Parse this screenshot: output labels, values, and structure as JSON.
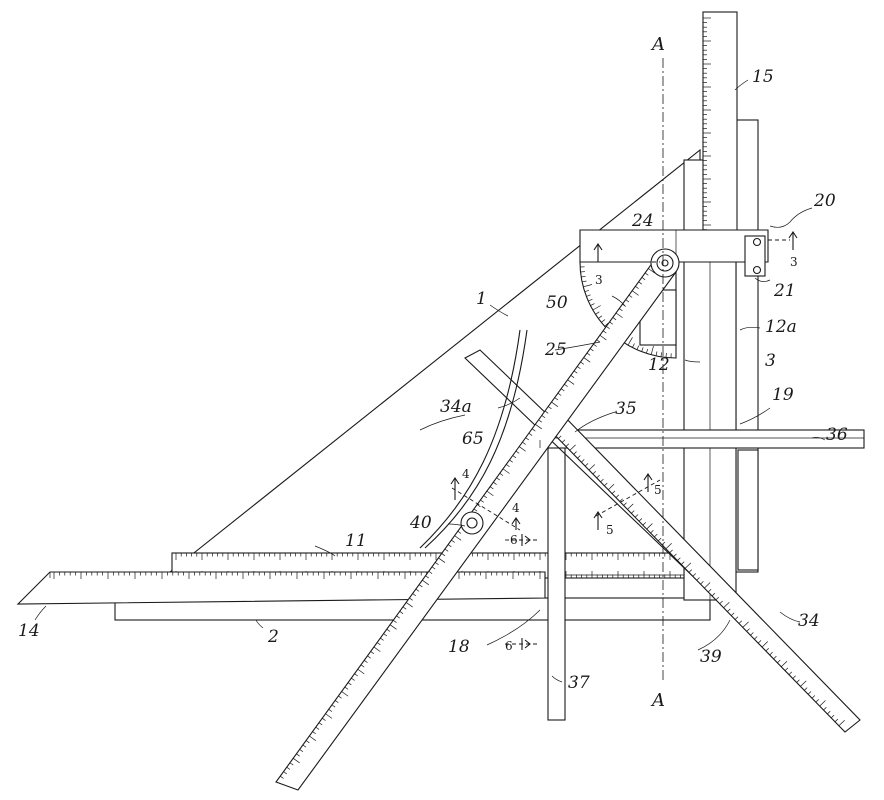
{
  "figure": {
    "section_marker": "A",
    "reference_numerals": [
      {
        "id": "n1",
        "text": "1"
      },
      {
        "id": "n2",
        "text": "2"
      },
      {
        "id": "n3",
        "text": "3"
      },
      {
        "id": "n11",
        "text": "11"
      },
      {
        "id": "n12",
        "text": "12"
      },
      {
        "id": "n12a",
        "text": "12a"
      },
      {
        "id": "n14",
        "text": "14"
      },
      {
        "id": "n15",
        "text": "15"
      },
      {
        "id": "n18",
        "text": "18"
      },
      {
        "id": "n19",
        "text": "19"
      },
      {
        "id": "n20",
        "text": "20"
      },
      {
        "id": "n21",
        "text": "21"
      },
      {
        "id": "n24",
        "text": "24"
      },
      {
        "id": "n25",
        "text": "25"
      },
      {
        "id": "n34",
        "text": "34"
      },
      {
        "id": "n34a",
        "text": "34a"
      },
      {
        "id": "n35",
        "text": "35"
      },
      {
        "id": "n36",
        "text": "36"
      },
      {
        "id": "n37",
        "text": "37"
      },
      {
        "id": "n39",
        "text": "39"
      },
      {
        "id": "n40",
        "text": "40"
      },
      {
        "id": "n50",
        "text": "50"
      },
      {
        "id": "n65",
        "text": "65"
      }
    ],
    "section_arrows": [
      {
        "id": "s3l",
        "text": "3"
      },
      {
        "id": "s3r",
        "text": "3"
      },
      {
        "id": "s4a",
        "text": "4"
      },
      {
        "id": "s4b",
        "text": "4"
      },
      {
        "id": "s5a",
        "text": "5"
      },
      {
        "id": "s5b",
        "text": "5"
      },
      {
        "id": "s6a",
        "text": "6"
      },
      {
        "id": "s6b",
        "text": "6"
      }
    ]
  }
}
